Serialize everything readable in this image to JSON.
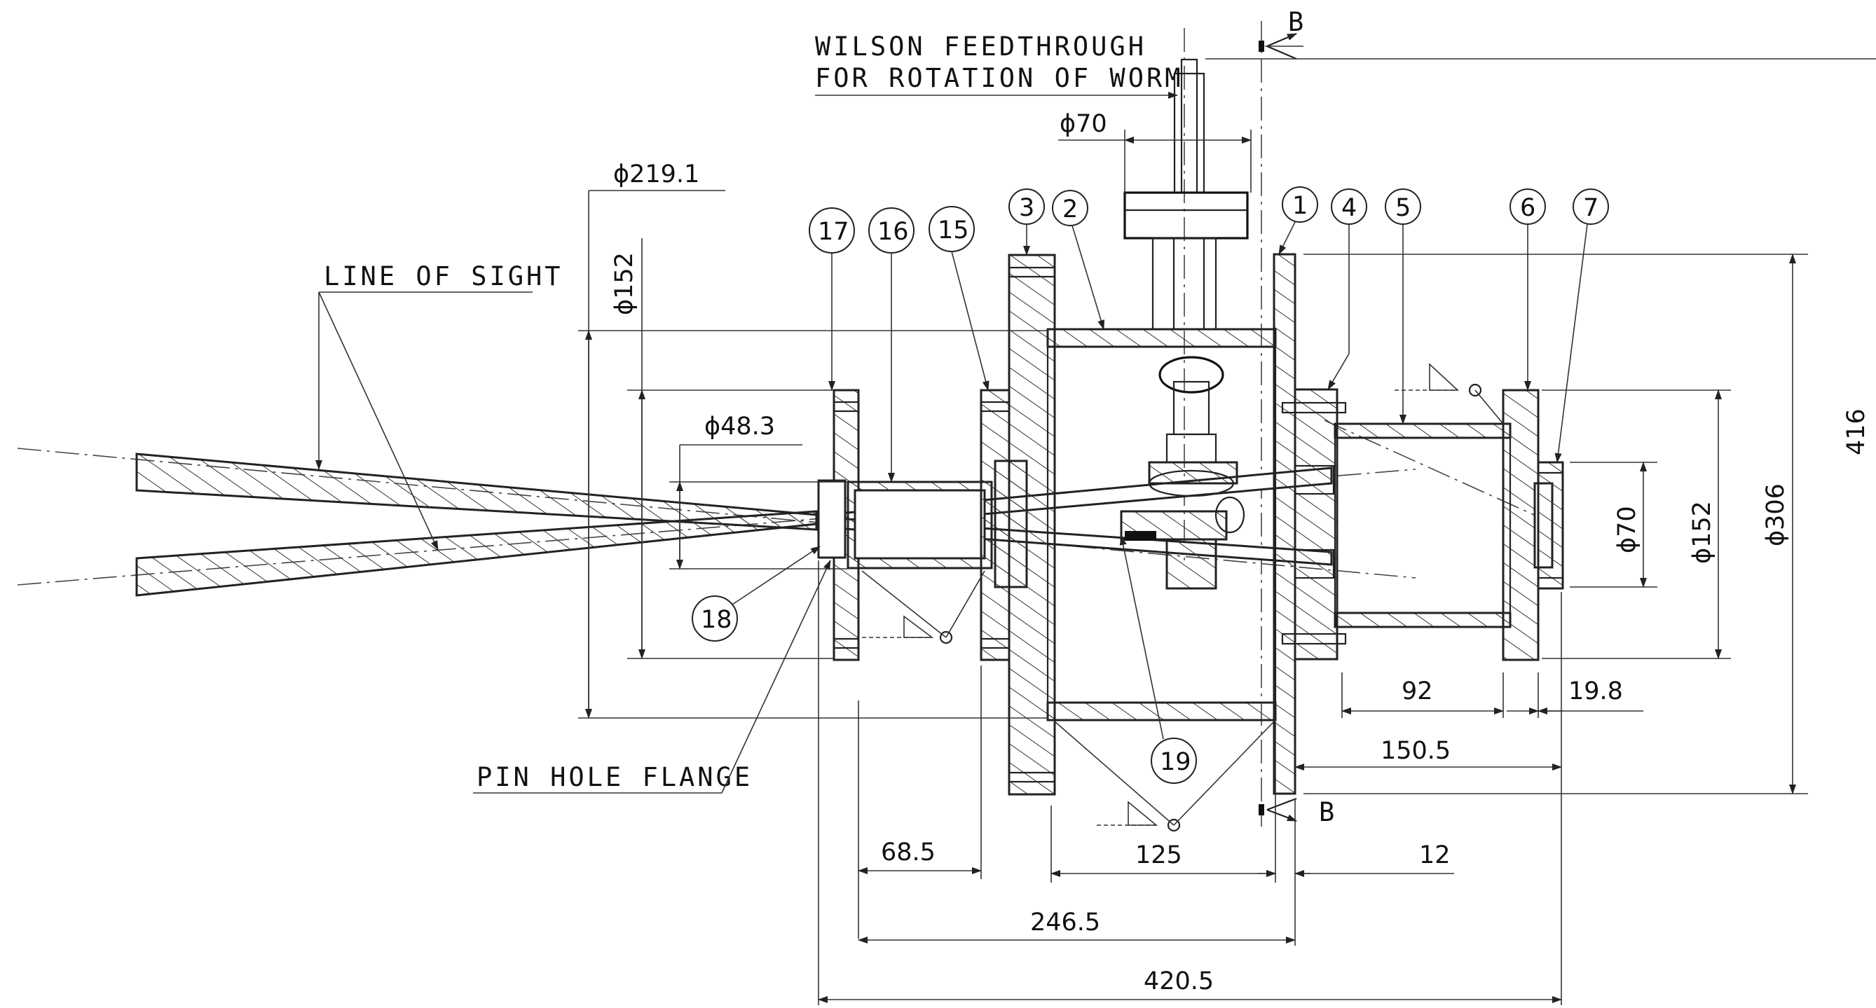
{
  "labels": {
    "feedthrough_line1": "WILSON FEEDTHROUGH",
    "feedthrough_line2": "FOR ROTATION OF WORM",
    "line_of_sight": "LINE OF SIGHT",
    "pin_hole_flange": "PIN HOLE FLANGE",
    "section_b_top": "B",
    "section_b_bottom": "B"
  },
  "dimensions": {
    "d70_top": "ϕ70",
    "d219": "ϕ219.1",
    "d152_left": "ϕ152",
    "d48": "ϕ48.3",
    "d70_right": "ϕ70",
    "d152_right": "ϕ152",
    "d306": "ϕ306",
    "h416": "416",
    "l92": "92",
    "l19_8": "19.8",
    "l150_5": "150.5",
    "l68_5": "68.5",
    "l125": "125",
    "l12": "12",
    "l246_5": "246.5",
    "l420_5": "420.5"
  },
  "part_numbers": {
    "p1": "1",
    "p2": "2",
    "p3": "3",
    "p4": "4",
    "p5": "5",
    "p6": "6",
    "p7": "7",
    "p15": "15",
    "p16": "16",
    "p17": "17",
    "p18": "18",
    "p19": "19"
  }
}
